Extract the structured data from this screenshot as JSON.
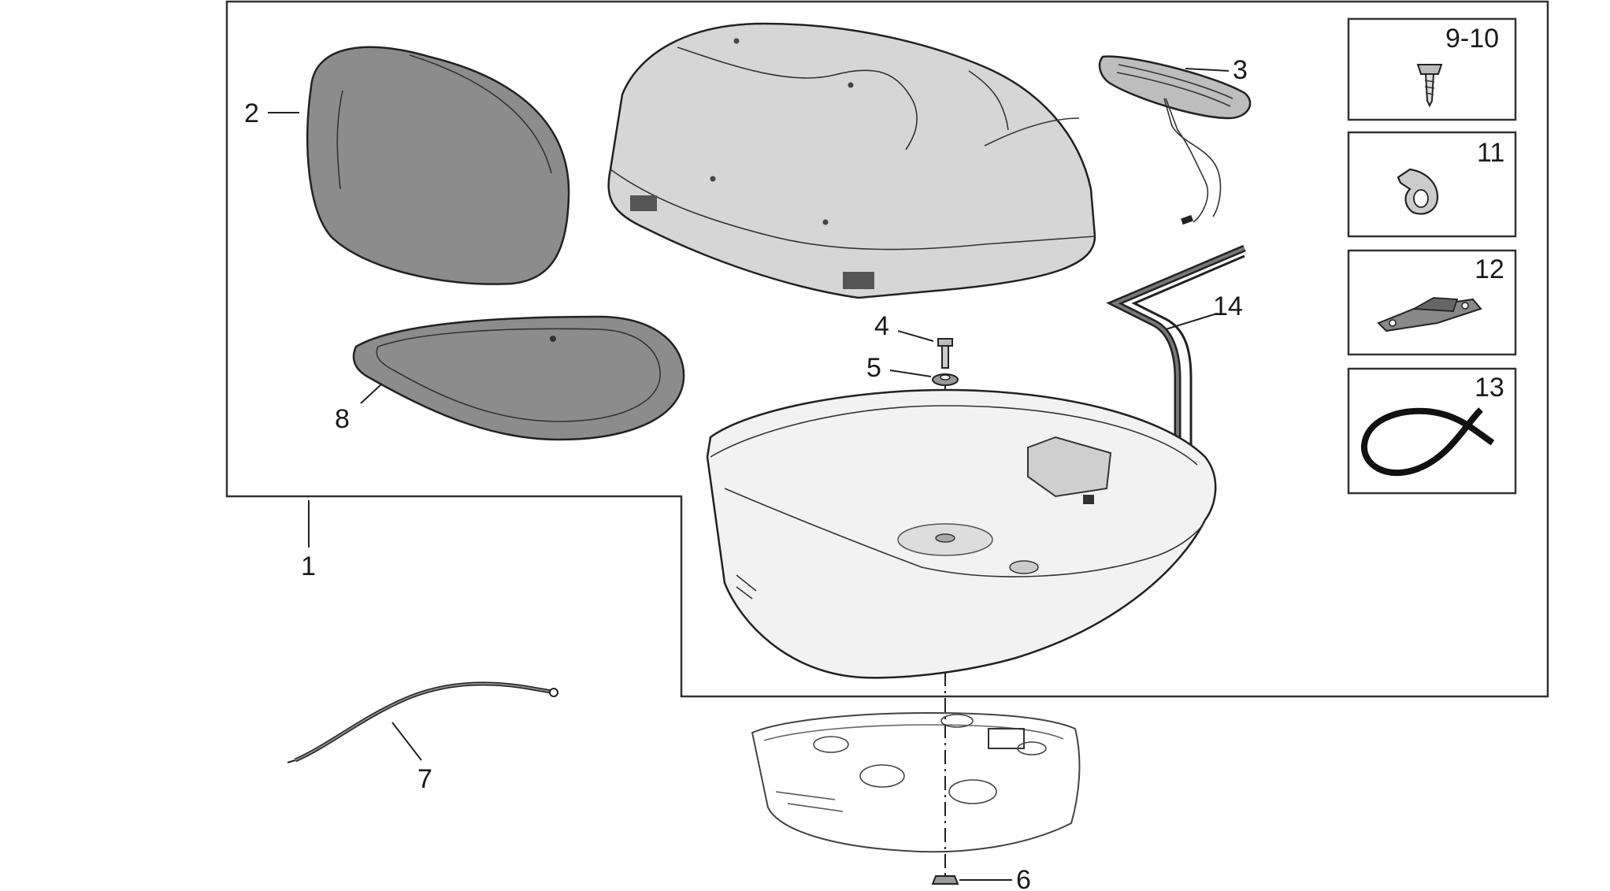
{
  "diagram": {
    "callouts": {
      "p1": "1",
      "p2": "2",
      "p3": "3",
      "p4": "4",
      "p5": "5",
      "p6": "6",
      "p7": "7",
      "p8": "8",
      "p9_10": "9-10",
      "p11": "11",
      "p12": "12",
      "p13": "13",
      "p14": "14"
    },
    "colors": {
      "cushion_fill": "#8c8c8c",
      "lid_fill": "#d6d6d6",
      "case_fill": "#f2f2f2",
      "line": "#222222"
    }
  }
}
